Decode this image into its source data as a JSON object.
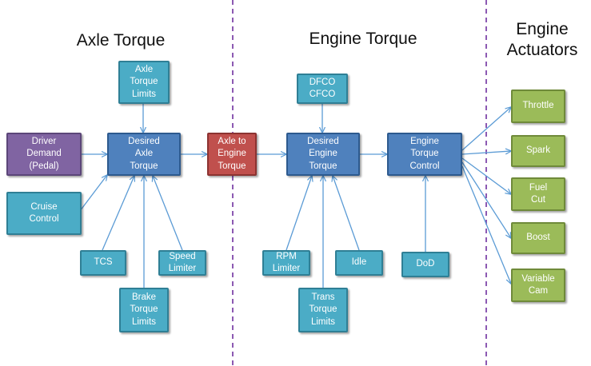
{
  "sections": {
    "axle": "Axle Torque",
    "engine": "Engine Torque",
    "actuators": [
      "Engine",
      "Actuators"
    ]
  },
  "boxes": {
    "axle_torque_limits": [
      "Axle",
      "Torque",
      "Limits"
    ],
    "driver_demand": [
      "Driver",
      "Demand",
      "(Pedal)"
    ],
    "desired_axle_torque": [
      "Desired",
      "Axle",
      "Torque"
    ],
    "cruise_control": [
      "Cruise",
      "Control"
    ],
    "tcs": [
      "TCS"
    ],
    "speed_limiter": [
      "Speed",
      "Limiter"
    ],
    "brake_torque_limits": [
      "Brake",
      "Torque",
      "Limits"
    ],
    "axle_to_engine_torque": [
      "Axle to",
      "Engine",
      "Torque"
    ],
    "dfco_cfco": [
      "DFCO",
      "CFCO"
    ],
    "desired_engine_torque": [
      "Desired",
      "Engine",
      "Torque"
    ],
    "rpm_limiter": [
      "RPM",
      "Limiter"
    ],
    "idle": [
      "Idle"
    ],
    "trans_torque_limits": [
      "Trans",
      "Torque",
      "Limits"
    ],
    "engine_torque_control": [
      "Engine",
      "Torque",
      "Control"
    ],
    "dod": [
      "DoD"
    ],
    "throttle": [
      "Throttle"
    ],
    "spark": [
      "Spark"
    ],
    "fuel_cut": [
      "Fuel",
      "Cut"
    ],
    "boost": [
      "Boost"
    ],
    "variable_cam": [
      "Variable",
      "Cam"
    ]
  },
  "colors": {
    "input": "#4bacc6",
    "core": "#4f81bd",
    "driver": "#8064a2",
    "bridge": "#c0504d",
    "actuator": "#9bbb59",
    "arrow": "#5b9bd5",
    "divider": "#7030a0"
  }
}
